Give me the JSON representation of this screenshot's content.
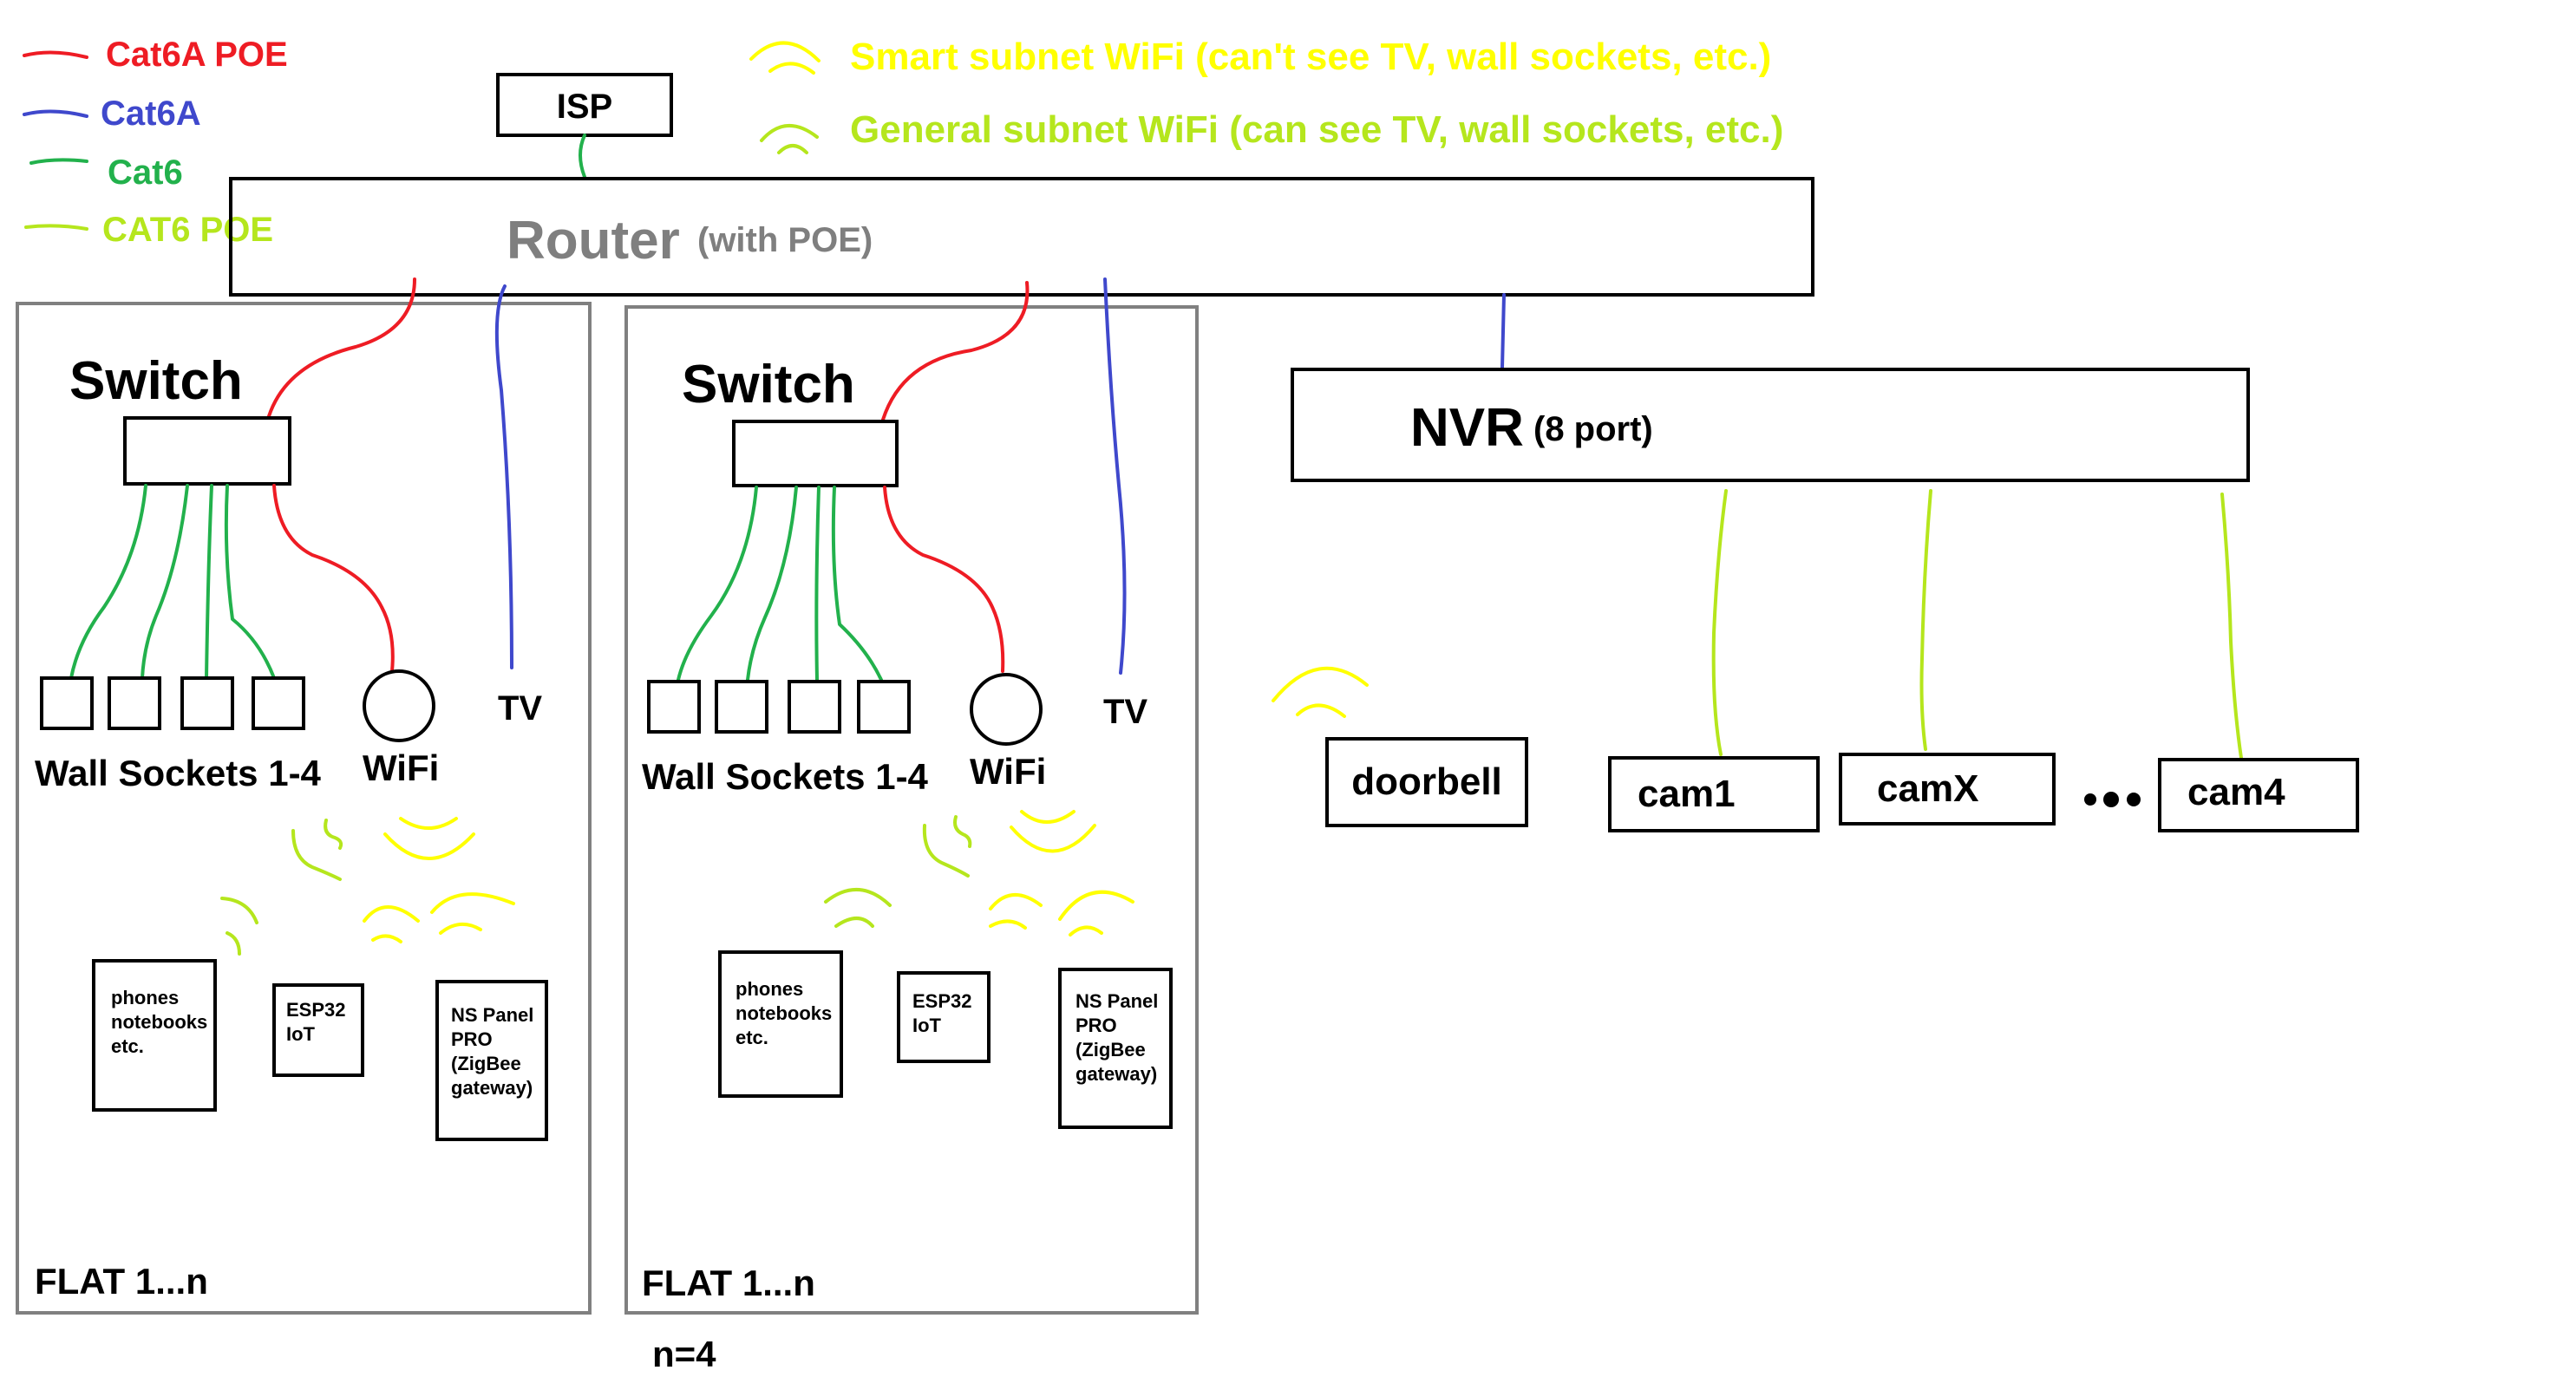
{
  "legend": [
    {
      "label": "Cat6A POE",
      "color": "#ee1c24"
    },
    {
      "label": "Cat6A",
      "color": "#3f48cc"
    },
    {
      "label": "Cat6",
      "color": "#22b14c"
    },
    {
      "label": "CAT6 POE",
      "color": "#b5e61d"
    }
  ],
  "wifi_legend": [
    {
      "label": "Smart subnet WiFi (can't see TV, wall sockets, etc.)",
      "color": "#ffff00"
    },
    {
      "label": "General subnet WiFi (can see TV, wall sockets, etc.)",
      "color": "#b5e61d"
    }
  ],
  "isp": "ISP",
  "router": {
    "label": "Router",
    "sub": "(with POE)"
  },
  "nvr": {
    "label": "NVR",
    "sub": "(8 port)"
  },
  "doorbell": "doorbell",
  "cams": [
    "cam1",
    "camX",
    "cam4"
  ],
  "flats": [
    {
      "switch": "Switch",
      "tv": "TV",
      "sockets": "Wall Sockets 1-4",
      "wifi": "WiFi",
      "devices": [
        [
          "phones",
          "notebooks",
          "etc."
        ],
        [
          "ESP32",
          "IoT"
        ],
        [
          "NS Panel",
          "PRO",
          "(ZigBee",
          "gateway)"
        ]
      ],
      "title": "FLAT 1...n"
    },
    {
      "switch": "Switch",
      "tv": "TV",
      "sockets": "Wall Sockets 1-4",
      "wifi": "WiFi",
      "devices": [
        [
          "phones",
          "notebooks",
          "etc."
        ],
        [
          "ESP32",
          "IoT"
        ],
        [
          "NS Panel",
          "PRO",
          "(ZigBee",
          "gateway)"
        ]
      ],
      "title": "FLAT 1...n"
    }
  ],
  "n_label": "n=4"
}
